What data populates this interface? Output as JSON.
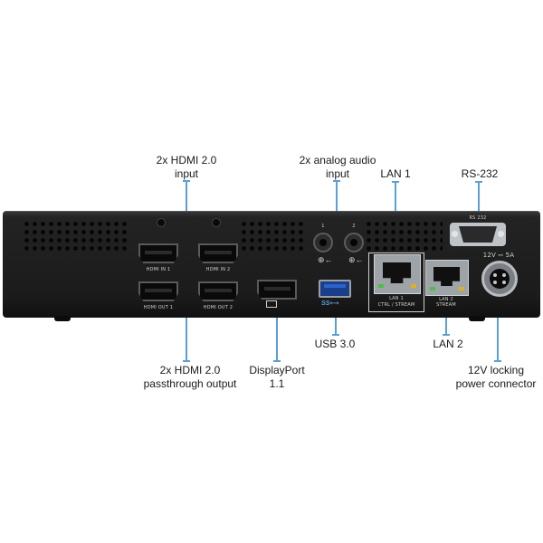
{
  "callouts": {
    "hdmi_in": [
      "2x HDMI 2.0",
      "input"
    ],
    "audio_in": [
      "2x analog audio",
      "input"
    ],
    "lan1": "LAN 1",
    "rs232": "RS-232",
    "hdmi_out": [
      "2x HDMI 2.0",
      "passthrough output"
    ],
    "displayport": [
      "DisplayPort",
      "1.1"
    ],
    "usb": "USB 3.0",
    "lan2": "LAN 2",
    "power": [
      "12V locking",
      "power connector"
    ]
  },
  "device_labels": {
    "hdmi_in_1": "HDMI IN 1",
    "hdmi_in_2": "HDMI IN 2",
    "hdmi_out_1": "HDMI OUT 1",
    "hdmi_out_2": "HDMI OUT 2",
    "audio_1": "1",
    "audio_2": "2",
    "usb_logo": "SS",
    "lan1_line1": "LAN 1",
    "lan1_line2": "CTRL / STREAM",
    "lan2_line1": "LAN 2",
    "lan2_line2": "STREAM",
    "rs232": "RS 232",
    "power_rating": "12V ⎓ 5A"
  },
  "colors": {
    "leader": "#5aa0d8",
    "chassis": "#1b1b1b"
  }
}
